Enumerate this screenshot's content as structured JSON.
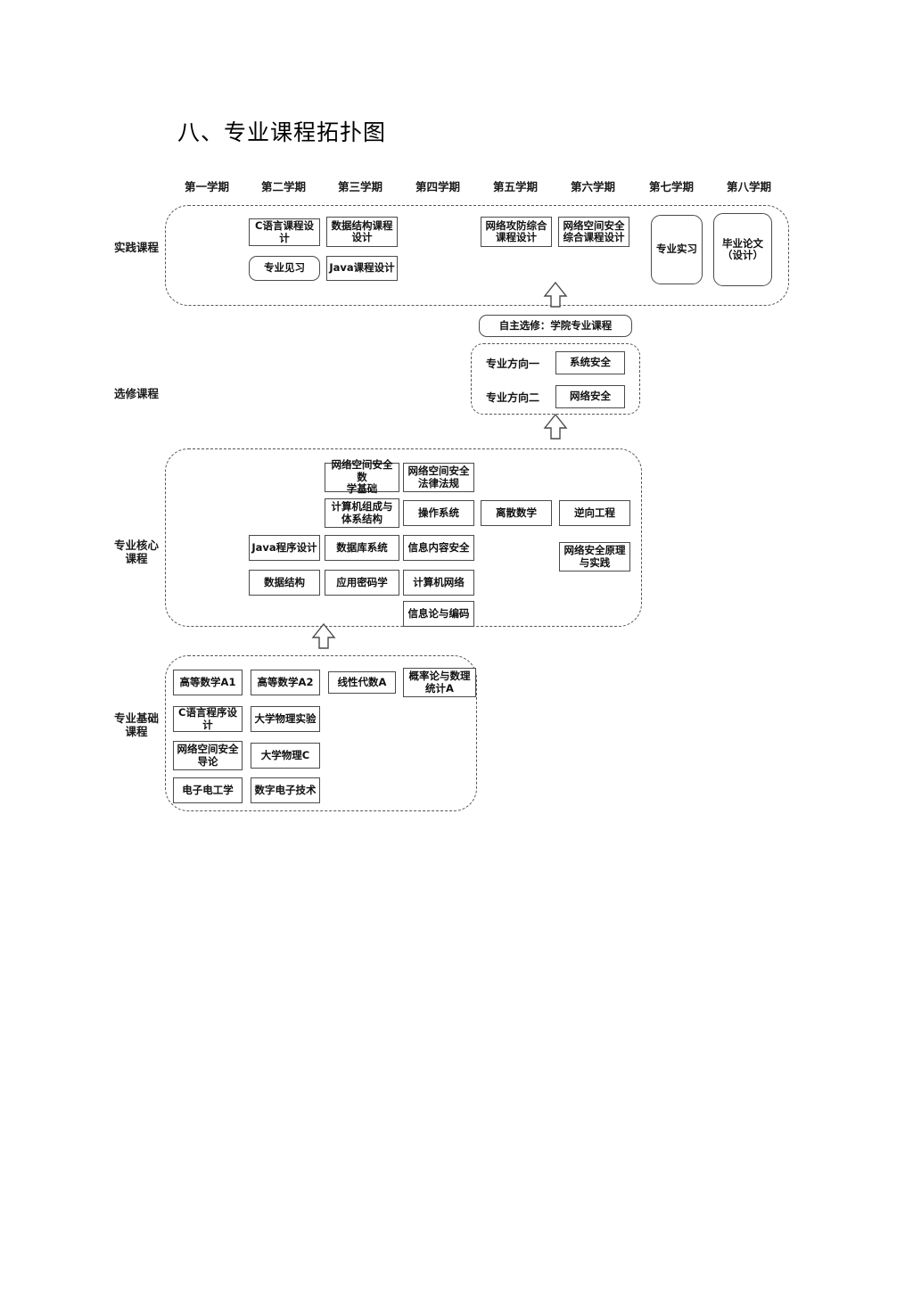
{
  "document": {
    "title": "八、专业课程拓扑图"
  },
  "semesters": [
    {
      "label": "第一学期"
    },
    {
      "label": "第二学期"
    },
    {
      "label": "第三学期"
    },
    {
      "label": "第四学期"
    },
    {
      "label": "第五学期"
    },
    {
      "label": "第六学期"
    },
    {
      "label": "第七学期"
    },
    {
      "label": "第八学期"
    }
  ],
  "categories": {
    "practice": "实践课程",
    "elective": "选修课程",
    "core": "专业核心\n课程",
    "foundation": "专业基础\n课程"
  },
  "practice_courses": [
    {
      "name": "C语言课程设计",
      "semester": "第二学期",
      "shape": "rect"
    },
    {
      "name": "数据结构课程\n设计",
      "semester": "第三学期",
      "shape": "rect"
    },
    {
      "name": "专业见习",
      "semester": "第二学期",
      "shape": "rounded"
    },
    {
      "name": "Java课程设计",
      "semester": "第三学期",
      "shape": "rect"
    },
    {
      "name": "网络攻防综合\n课程设计",
      "semester": "第五学期",
      "shape": "rect"
    },
    {
      "name": "网络空间安全\n综合课程设计",
      "semester": "第六学期",
      "shape": "rect"
    },
    {
      "name": "专业实习",
      "semester": "第七学期",
      "shape": "rounded"
    },
    {
      "name": "毕业论文\n（设计）",
      "semester": "第八学期",
      "shape": "rounded"
    }
  ],
  "elective_section": {
    "free_elective": "自主选修：学院专业课程",
    "directions": [
      {
        "label": "专业方向一",
        "course": "系统安全"
      },
      {
        "label": "专业方向二",
        "course": "网络安全"
      }
    ]
  },
  "core_courses": [
    {
      "name": "网络空间安全数\n学基础",
      "semester": "第三学期"
    },
    {
      "name": "网络空间安全\n法律法规",
      "semester": "第四学期"
    },
    {
      "name": "计算机组成与\n体系结构",
      "semester": "第三学期"
    },
    {
      "name": "操作系统",
      "semester": "第四学期"
    },
    {
      "name": "离散数学",
      "semester": "第五学期"
    },
    {
      "name": "逆向工程",
      "semester": "第六学期"
    },
    {
      "name": "Java程序设计",
      "semester": "第二学期"
    },
    {
      "name": "数据库系统",
      "semester": "第三学期"
    },
    {
      "name": "信息内容安全",
      "semester": "第四学期"
    },
    {
      "name": "网络安全原理\n与实践",
      "semester": "第六学期"
    },
    {
      "name": "数据结构",
      "semester": "第二学期"
    },
    {
      "name": "应用密码学",
      "semester": "第三学期"
    },
    {
      "name": "计算机网络",
      "semester": "第四学期"
    },
    {
      "name": "信息论与编码",
      "semester": "第四学期"
    }
  ],
  "foundation_courses": [
    {
      "name": "高等数学A1",
      "semester": "第一学期"
    },
    {
      "name": "高等数学A2",
      "semester": "第二学期"
    },
    {
      "name": "线性代数A",
      "semester": "第三学期"
    },
    {
      "name": "概率论与数理\n统计A",
      "semester": "第四学期"
    },
    {
      "name": "C语言程序设计",
      "semester": "第一学期"
    },
    {
      "name": "大学物理实验",
      "semester": "第二学期"
    },
    {
      "name": "网络空间安全\n导论",
      "semester": "第一学期"
    },
    {
      "name": "大学物理C",
      "semester": "第二学期"
    },
    {
      "name": "电子电工学",
      "semester": "第一学期"
    },
    {
      "name": "数字电子技术",
      "semester": "第二学期"
    }
  ],
  "connectors": [
    {
      "from": "选修课程",
      "to": "实践课程",
      "type": "up-arrow"
    },
    {
      "from": "专业核心课程",
      "to": "选修课程",
      "type": "up-arrow"
    },
    {
      "from": "专业基础课程",
      "to": "专业核心课程",
      "type": "up-arrow"
    }
  ],
  "colors": {
    "box_border": "#4a4a4a",
    "group_border": "#555555",
    "text": "#111111",
    "background": "#ffffff"
  }
}
